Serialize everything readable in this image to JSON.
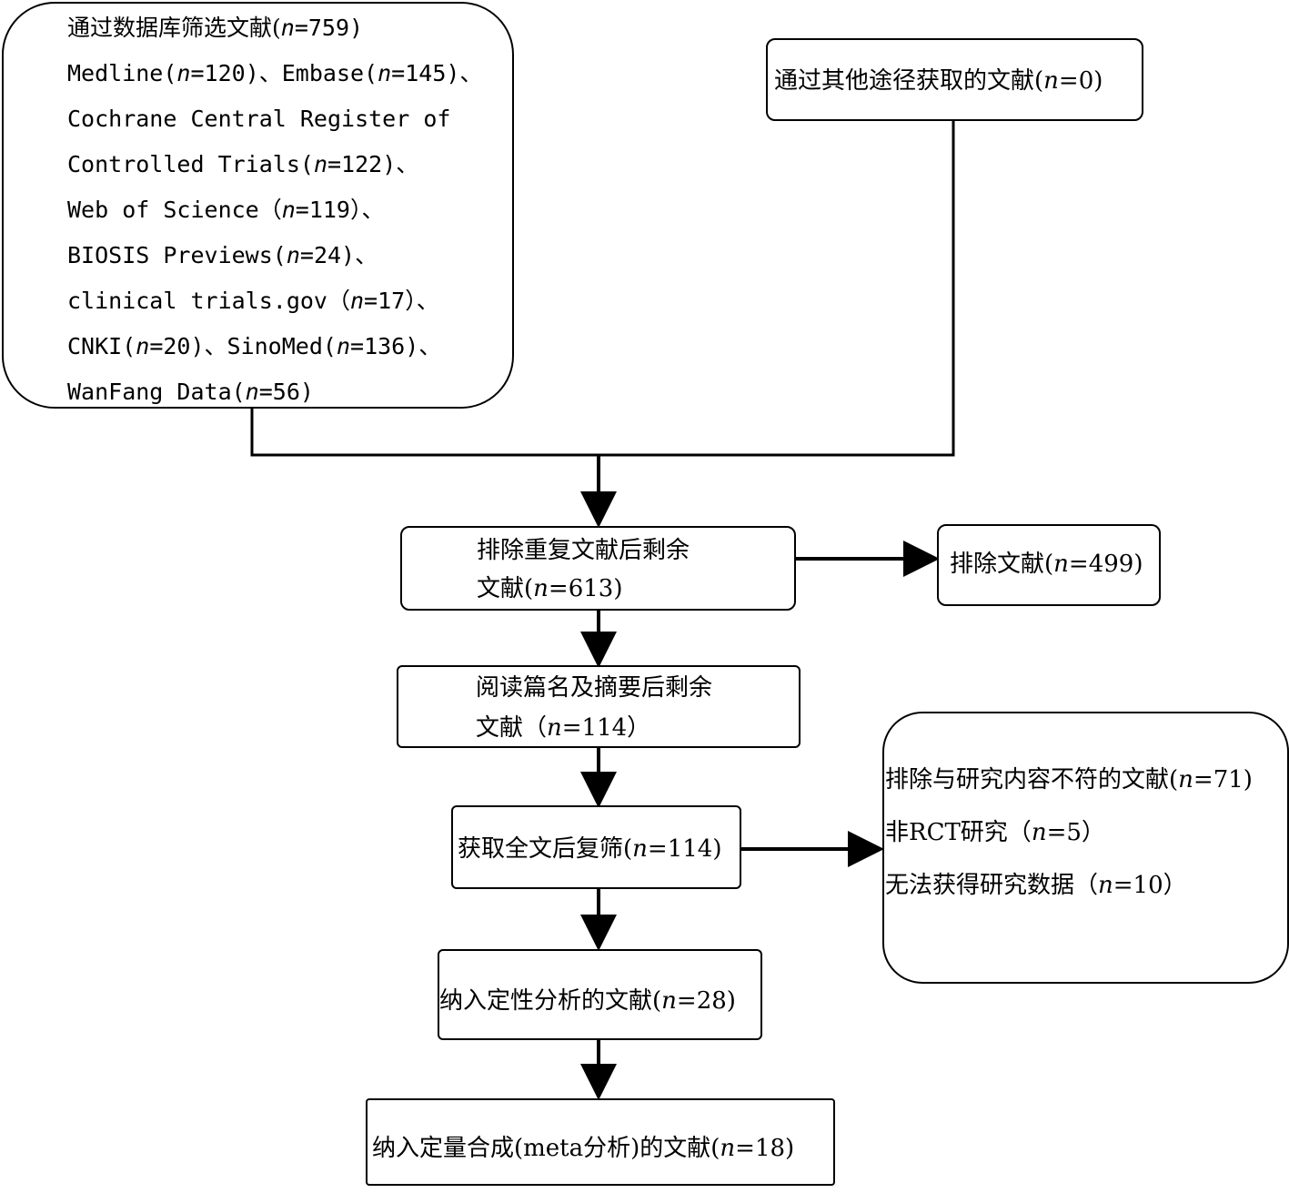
{
  "diagram": {
    "n_symbol": "n",
    "nodes": {
      "database_search": {
        "lines": [
          {
            "pre": "通过数据库筛选文献(",
            "post": "=759)"
          },
          {
            "pre": "Medline(",
            "post": "=120)、Embase(",
            "n2": "n",
            "post2": "=145)、"
          },
          {
            "pre": "Cochrane Central Register of",
            "post": ""
          },
          {
            "pre": "Controlled Trials(",
            "post": "=122)、"
          },
          {
            "pre": "Web of Science（",
            "post": "=119）、"
          },
          {
            "pre": "BIOSIS Previews(",
            "post": "=24)、"
          },
          {
            "pre": "clinical trials.gov（",
            "post": "=17）、"
          },
          {
            "pre": "CNKI(",
            "post": "=20)、SinoMed(",
            "n2": "n",
            "post2": "=136)、"
          },
          {
            "pre": "WanFang Data(",
            "post": "=56)"
          }
        ]
      },
      "other_sources": {
        "lines": [
          {
            "pre": "通过其他途径获取的文献(",
            "post": "=0)"
          }
        ]
      },
      "after_dedup": {
        "lines": [
          {
            "pre": "排除重复文献后剩余",
            "post": ""
          },
          {
            "pre": "文献(",
            "post": "=613)"
          }
        ]
      },
      "excluded_dup": {
        "lines": [
          {
            "pre": "排除文献(",
            "post": "=499)"
          }
        ]
      },
      "after_title_abstract": {
        "lines": [
          {
            "pre": "阅读篇名及摘要后剩余",
            "post": ""
          },
          {
            "pre": "文献（",
            "post": "=114）"
          }
        ]
      },
      "fulltext_rescreen": {
        "lines": [
          {
            "pre": "获取全文后复筛(",
            "post": "=114)"
          }
        ]
      },
      "excluded_fulltext": {
        "lines": [
          {
            "pre": "排除与研究内容不符的文献(",
            "post": "=71)"
          },
          {
            "pre": "非RCT研究（",
            "post": "=5）"
          },
          {
            "pre": "无法获得研究数据（",
            "post": "=10）"
          }
        ]
      },
      "qualitative": {
        "lines": [
          {
            "pre": "纳入定性分析的文献(",
            "post": "=28)"
          }
        ]
      },
      "quantitative": {
        "lines": [
          {
            "pre": "纳入定量合成(meta分析)的文献(",
            "post": "=18)"
          }
        ]
      }
    }
  }
}
